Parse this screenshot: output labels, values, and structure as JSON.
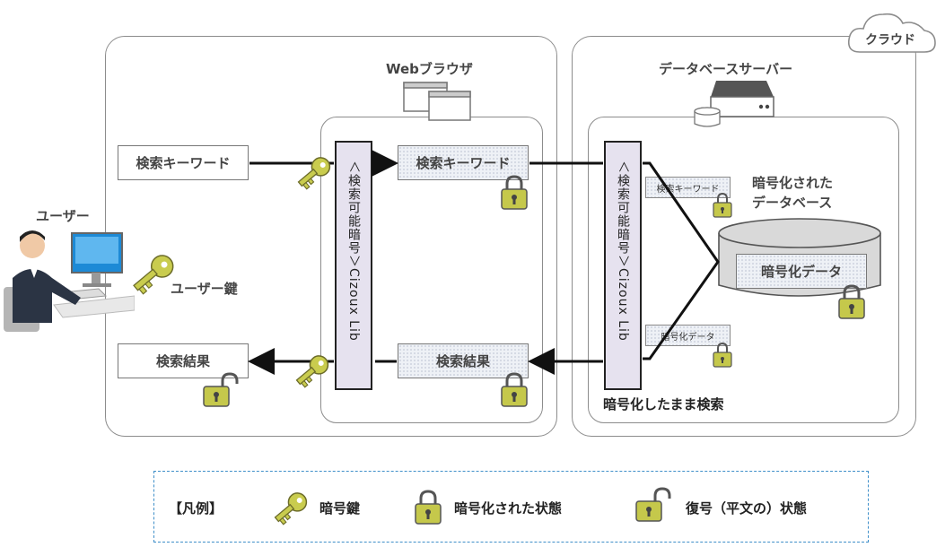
{
  "cloud_label": "クラウド",
  "browser": {
    "title": "Webブラウザ"
  },
  "server": {
    "title": "データベースサーバー"
  },
  "user": {
    "label": "ユーザー",
    "key_label": "ユーザー鍵"
  },
  "left": {
    "search_keyword": "検索キーワード",
    "search_result": "検索結果"
  },
  "browser_panel": {
    "lib_label": "＜検索可能暗号＞Cizoux Lib",
    "search_keyword": "検索キーワード",
    "search_result": "検索結果"
  },
  "server_panel": {
    "lib_label": "＜検索可能暗号＞Cizoux Lib",
    "tag_keyword": "検索キーワード",
    "tag_data": "暗号化データ",
    "db_title": "暗号化された\nデータベース",
    "db_data": "暗号化データ",
    "caption": "暗号化したまま検索"
  },
  "legend": {
    "title": "【凡例】",
    "items": [
      {
        "icon": "key-icon",
        "label": "暗号鍵"
      },
      {
        "icon": "padlock-closed-icon",
        "label": "暗号化された状態"
      },
      {
        "icon": "padlock-open-icon",
        "label": "復号（平文の）状態"
      }
    ]
  },
  "colors": {
    "lock": "#c5c84b",
    "key": "#c9cc4e",
    "accent_border": "#3f8fc9",
    "lib_fill": "#e6e2ef"
  }
}
